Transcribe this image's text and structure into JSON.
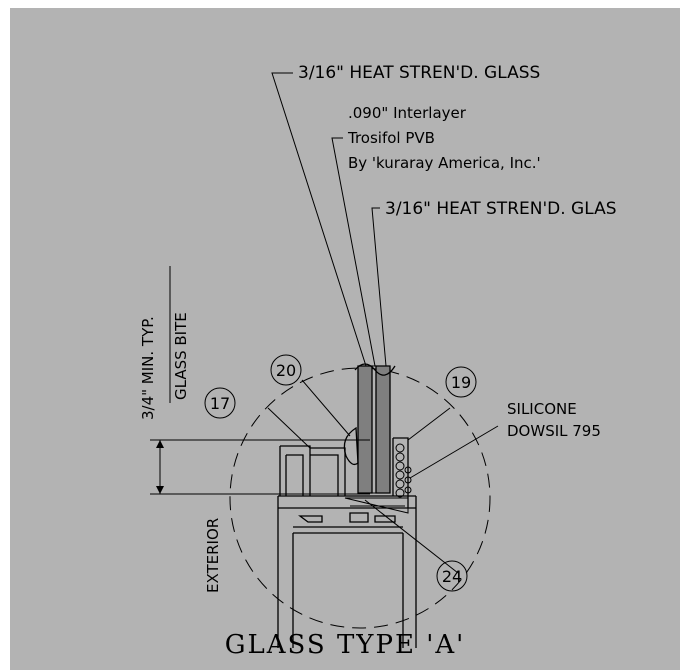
{
  "labels": {
    "glass_outer": "3/16\" HEAT STREN'D. GLASS",
    "interlayer_line1": ".090\" Interlayer",
    "interlayer_line2": "Trosifol PVB",
    "interlayer_line3": "By 'kuraray America, Inc.'",
    "glass_inner": "3/16\" HEAT STREN'D. GLAS",
    "bite_dimension": "3/4\" MIN. TYP.",
    "bite_label": "GLASS BITE",
    "silicone_line1": "SILICONE",
    "silicone_line2": "DOWSIL 795",
    "exterior": "EXTERIOR",
    "title": "GLASS TYPE 'A'"
  },
  "callouts": {
    "c17": "17",
    "c19": "19",
    "c20": "20",
    "c24": "24"
  },
  "colors": {
    "background": "#b3b3b3",
    "glass": "#7f7f7f",
    "line": "#000000"
  }
}
